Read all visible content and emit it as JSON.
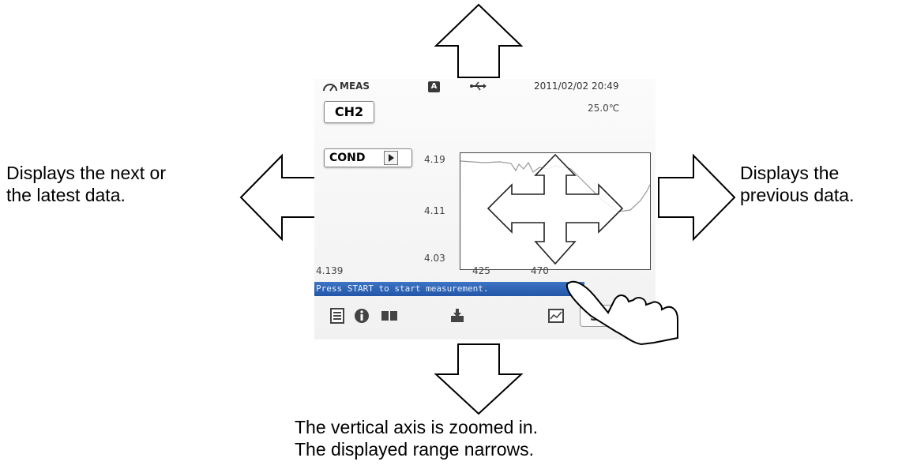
{
  "annotations": {
    "left": [
      "Displays the next or",
      "the latest data."
    ],
    "right": [
      "Displays the",
      "previous data."
    ],
    "bottom": [
      "The vertical axis is zoomed in.",
      "The displayed range narrows."
    ]
  },
  "screen": {
    "status": {
      "mode_label": "MEAS",
      "auto_badge": "A",
      "datetime": "2011/02/02 20:49"
    },
    "temperature": "25.0℃",
    "channel_button": "CH2",
    "parameter_button": "COND",
    "graph": {
      "y_ticks": [
        "4.19",
        "4.11",
        "4.03"
      ],
      "x_ticks": [
        "425",
        "470"
      ],
      "current_value": "4.139"
    },
    "message": "Press START to start measurement.",
    "start_button": "STAR"
  },
  "icons": [
    "meas-gauge-icon",
    "usb-icon",
    "list-icon",
    "info-icon",
    "book-icon",
    "save-icon",
    "graph-icon",
    "play-icon",
    "hand-pointer-icon"
  ]
}
